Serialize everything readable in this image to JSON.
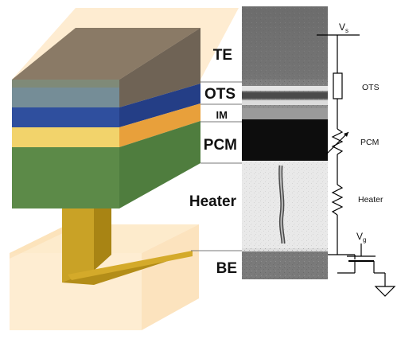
{
  "layers": {
    "te": "TE",
    "ots": "OTS",
    "im": "IM",
    "pcm": "PCM",
    "heater": "Heater",
    "be": "BE"
  },
  "circuit": {
    "supply_label": "V",
    "supply_subscript": "s",
    "ots": "OTS",
    "pcm": "PCM",
    "heater": "Heater",
    "gate_label": "V",
    "gate_subscript": "g"
  },
  "colors": {
    "te_block": "#8a7a66",
    "ots_layer": "#2f4f9e",
    "im_layer": "#f2d36b",
    "pcm_layer": "#4f7d3e",
    "heater_pillar": "#c9a226",
    "be_block": "#fde7c3"
  }
}
